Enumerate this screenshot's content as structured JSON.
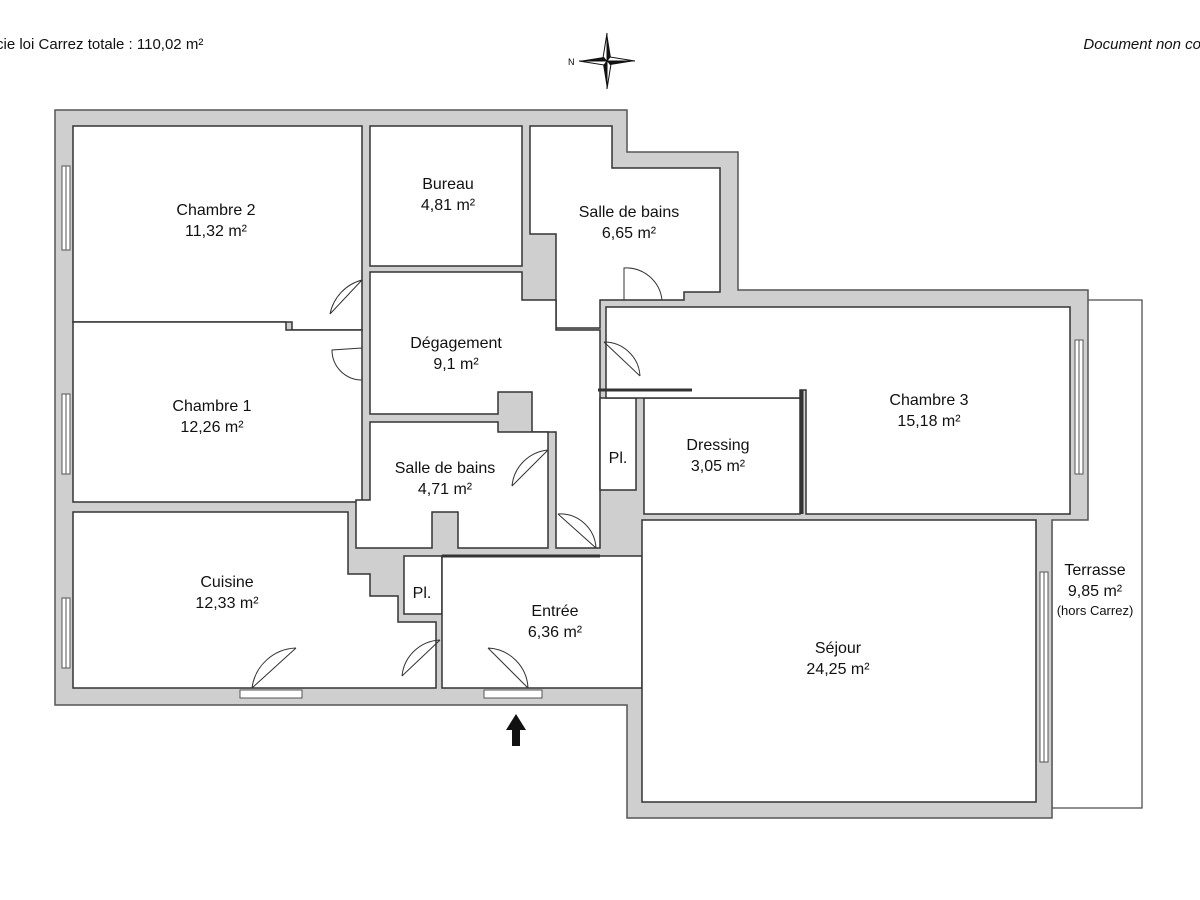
{
  "header": {
    "surface_text": "cie loi Carrez totale :  110,02 m²",
    "disclaimer": "Document non cor"
  },
  "compass": {
    "north_letter": "N"
  },
  "rooms": {
    "chambre2": {
      "name": "Chambre 2",
      "area": "11,32 m²"
    },
    "bureau": {
      "name": "Bureau",
      "area": "4,81 m²"
    },
    "sdb1": {
      "name": "Salle de bains",
      "area": "6,65 m²"
    },
    "degagement": {
      "name": "Dégagement",
      "area": "9,1 m²"
    },
    "chambre1": {
      "name": "Chambre 1",
      "area": "12,26 m²"
    },
    "sdb2": {
      "name": "Salle de bains",
      "area": "4,71 m²"
    },
    "placard1": {
      "name": "Pl."
    },
    "dressing": {
      "name": "Dressing",
      "area": "3,05 m²"
    },
    "chambre3": {
      "name": "Chambre 3",
      "area": "15,18 m²"
    },
    "cuisine": {
      "name": "Cuisine",
      "area": "12,33 m²"
    },
    "placard2": {
      "name": "Pl."
    },
    "entree": {
      "name": "Entrée",
      "area": "6,36 m²"
    },
    "sejour": {
      "name": "Séjour",
      "area": "24,25 m²"
    },
    "terrasse": {
      "name": "Terrasse",
      "area": "9,85 m²",
      "note": "(hors Carrez)"
    }
  }
}
